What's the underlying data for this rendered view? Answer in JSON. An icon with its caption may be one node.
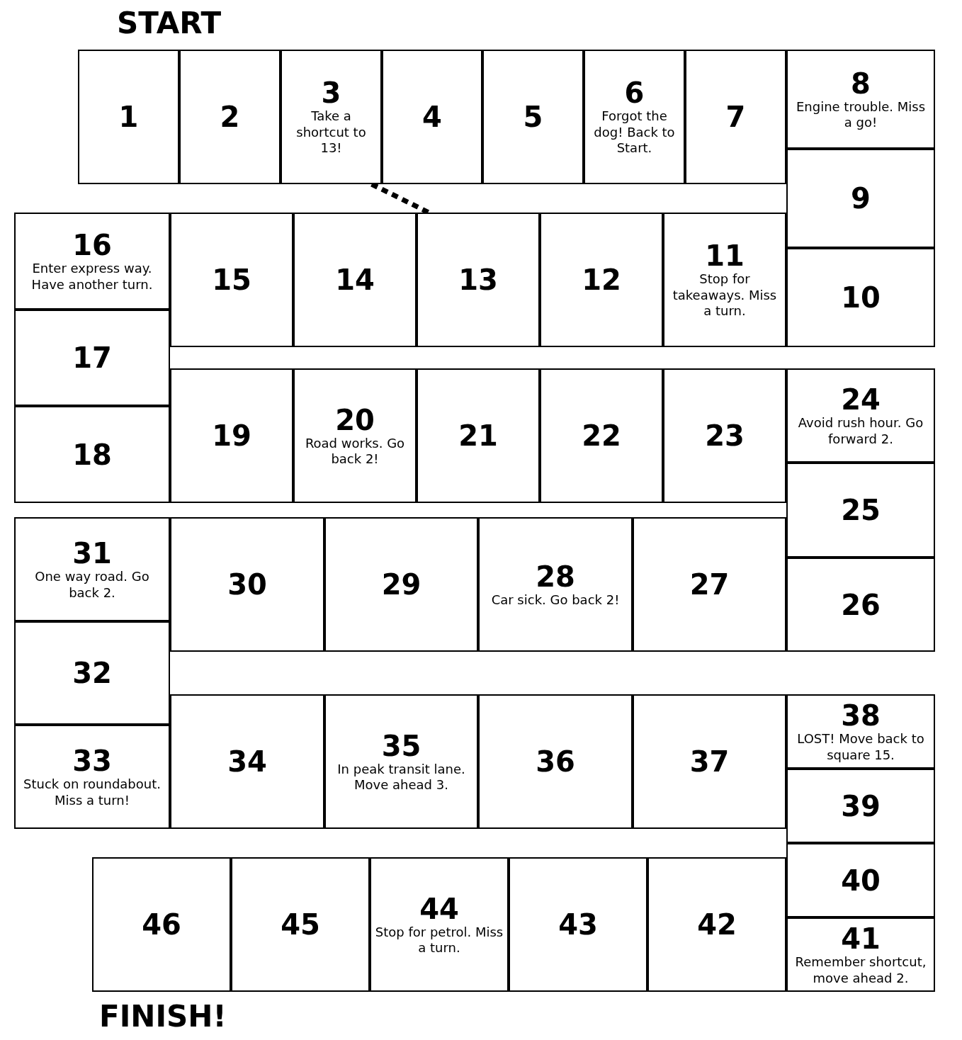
{
  "diagram": {
    "nodes": [
      {
        "text": [
          "1"
        ]
      },
      {
        "text": [
          "2"
        ]
      },
      {
        "text": [
          "3",
          "Take a shortcut to 13!"
        ]
      },
      {
        "text": [
          "4"
        ]
      },
      {
        "text": [
          "5"
        ]
      },
      {
        "text": [
          "6",
          "Forgot the dog! Back to Start."
        ]
      },
      {
        "text": [
          "7"
        ]
      },
      {
        "text": [
          "8",
          "Engine trouble. Miss a go!"
        ]
      },
      {
        "text": [
          "9"
        ]
      },
      {
        "text": [
          "10"
        ]
      },
      {
        "text": [
          "11",
          "Stop for takeaways. Miss a turn."
        ]
      },
      {
        "text": [
          "12"
        ]
      },
      {
        "text": [
          "13"
        ]
      },
      {
        "text": [
          "14"
        ]
      },
      {
        "text": [
          "15"
        ]
      },
      {
        "text": [
          "16",
          "Enter express way. Have another turn."
        ]
      },
      {
        "text": [
          "17"
        ]
      },
      {
        "text": [
          "18"
        ]
      },
      {
        "text": [
          "19"
        ]
      },
      {
        "text": [
          "20",
          "Road works. Go back 2!"
        ]
      },
      {
        "text": [
          "21"
        ]
      },
      {
        "text": [
          "22"
        ]
      },
      {
        "text": [
          "23"
        ]
      },
      {
        "text": [
          "24",
          "Avoid rush hour. Go forward 2."
        ]
      },
      {
        "text": [
          "25"
        ]
      },
      {
        "text": [
          "26"
        ]
      },
      {
        "text": [
          "27"
        ]
      },
      {
        "text": [
          "28",
          "Car sick. Go back 2!"
        ]
      },
      {
        "text": [
          "29"
        ]
      },
      {
        "text": [
          "30"
        ]
      },
      {
        "text": [
          "31",
          "One way road. Go back 2."
        ]
      },
      {
        "text": [
          "32"
        ]
      },
      {
        "text": [
          "33",
          "Stuck on roundabout. Miss a turn!"
        ]
      },
      {
        "text": [
          "34"
        ]
      },
      {
        "text": [
          "35",
          "In peak transit lane. Move ahead 3."
        ]
      },
      {
        "text": [
          "36"
        ]
      },
      {
        "text": [
          "37"
        ]
      },
      {
        "text": [
          "38",
          "LOST! Move back to square 15."
        ]
      },
      {
        "text": [
          "39"
        ]
      },
      {
        "text": [
          "40"
        ]
      },
      {
        "text": [
          "41",
          "Remember shortcut, move ahead 2."
        ]
      },
      {
        "text": [
          "42"
        ]
      },
      {
        "text": [
          "43"
        ]
      },
      {
        "text": [
          "44",
          "Stop for petrol. Miss a turn."
        ]
      },
      {
        "text": [
          "45"
        ]
      },
      {
        "text": [
          "46"
        ]
      }
    ],
    "edges": [
      {
        "from": 2,
        "to": 12,
        "arrow": "none",
        "style": "dashed"
      }
    ],
    "labels": [
      "START",
      "FINISH!"
    ]
  }
}
